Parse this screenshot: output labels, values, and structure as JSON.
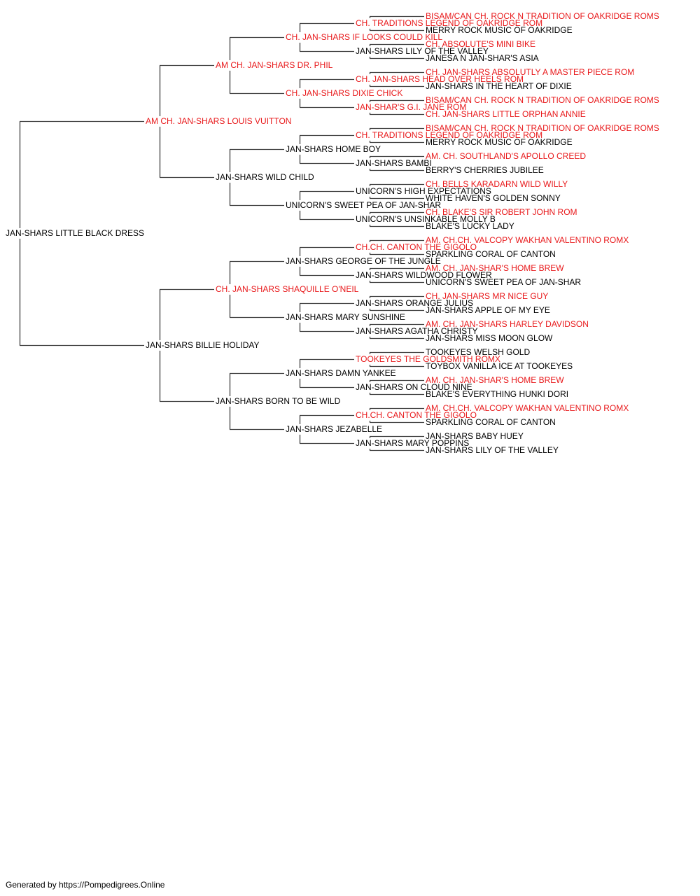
{
  "colors": {
    "champion": "#e8191b",
    "normal": "#000000",
    "line": "#3c3c3c"
  },
  "pedigree": {
    "name": "JAN-SHARS LITTLE BLACK DRESS",
    "sire": {
      "name": "AM CH. JAN-SHARS LOUIS VUITTON",
      "champion": true,
      "sire": {
        "name": "AM CH. JAN-SHARS DR. PHIL",
        "champion": true,
        "sire": {
          "name": "CH. JAN-SHARS IF LOOKS COULD KILL",
          "champion": true,
          "sire": {
            "name": "CH. TRADITIONS LEGEND OF OAKRIDGE ROM",
            "champion": true,
            "sire": {
              "name": "BISAM/CAN CH. ROCK N TRADITION OF OAKRIDGE ROMS",
              "champion": true
            },
            "dam": {
              "name": "MERRY ROCK MUSIC OF OAKRIDGE"
            }
          },
          "dam": {
            "name": "JAN-SHARS LILY OF THE VALLEY",
            "sire": {
              "name": "CH. ABSOLUTE'S MINI BIKE",
              "champion": true
            },
            "dam": {
              "name": "JANESA N JAN-SHAR'S ASIA"
            }
          }
        },
        "dam": {
          "name": "CH. JAN-SHARS DIXIE CHICK",
          "champion": true,
          "sire": {
            "name": "CH. JAN-SHARS HEAD OVER HEELS ROM",
            "champion": true,
            "sire": {
              "name": "CH. JAN-SHARS ABSOLUTLY A MASTER PIECE ROM",
              "champion": true
            },
            "dam": {
              "name": "JAN-SHARS IN THE HEART OF DIXIE"
            }
          },
          "dam": {
            "name": "JAN-SHAR'S G.I. JANE ROM",
            "champion": true,
            "sire": {
              "name": "BISAM/CAN CH. ROCK N TRADITION OF OAKRIDGE ROMS",
              "champion": true
            },
            "dam": {
              "name": "CH. JAN-SHARS LITTLE ORPHAN ANNIE",
              "champion": true
            }
          }
        }
      },
      "dam": {
        "name": "JAN-SHARS WILD CHILD",
        "sire": {
          "name": "JAN-SHARS HOME BOY",
          "sire": {
            "name": "CH. TRADITIONS LEGEND OF OAKRIDGE ROM",
            "champion": true,
            "sire": {
              "name": "BISAM/CAN CH. ROCK N TRADITION OF OAKRIDGE ROMS",
              "champion": true
            },
            "dam": {
              "name": "MERRY ROCK MUSIC OF OAKRIDGE"
            }
          },
          "dam": {
            "name": "JAN-SHARS BAMBI",
            "sire": {
              "name": "AM. CH. SOUTHLAND'S APOLLO CREED",
              "champion": true
            },
            "dam": {
              "name": "BERRY'S CHERRIES JUBILEE"
            }
          }
        },
        "dam": {
          "name": "UNICORN'S SWEET PEA OF JAN-SHAR",
          "sire": {
            "name": "UNICORN'S HIGH EXPECTATIONS",
            "sire": {
              "name": "CH. BELLS KARADARN WILD WILLY",
              "champion": true
            },
            "dam": {
              "name": "WHITE HAVEN'S GOLDEN SONNY"
            }
          },
          "dam": {
            "name": "UNICORN'S UNSINKABLE MOLLY B",
            "sire": {
              "name": "CH. BLAKE'S SIR ROBERT JOHN ROM",
              "champion": true
            },
            "dam": {
              "name": "BLAKE'S LUCKY LADY"
            }
          }
        }
      }
    },
    "dam": {
      "name": "JAN-SHARS BILLIE HOLIDAY",
      "sire": {
        "name": "CH. JAN-SHARS SHAQUILLE O'NEIL",
        "champion": true,
        "sire": {
          "name": "JAN-SHARS GEORGE OF THE JUNGLE",
          "sire": {
            "name": "CH.CH. CANTON THE GIGOLO",
            "champion": true,
            "sire": {
              "name": "AM. CH.CH. VALCOPY WAKHAN VALENTINO ROMX",
              "champion": true
            },
            "dam": {
              "name": "SPARKLING CORAL OF CANTON"
            }
          },
          "dam": {
            "name": "JAN-SHARS WILDWOOD FLOWER",
            "sire": {
              "name": "AM. CH. JAN-SHAR'S HOME BREW",
              "champion": true
            },
            "dam": {
              "name": "UNICORN'S SWEET PEA OF JAN-SHAR"
            }
          }
        },
        "dam": {
          "name": "JAN-SHARS MARY SUNSHINE",
          "sire": {
            "name": "JAN-SHARS ORANGE JULIUS",
            "sire": {
              "name": "CH. JAN-SHARS MR NICE GUY",
              "champion": true
            },
            "dam": {
              "name": "JAN-SHARS APPLE OF MY EYE"
            }
          },
          "dam": {
            "name": "JAN-SHARS AGATHA CHRISTY",
            "sire": {
              "name": "AM. CH. JAN-SHARS HARLEY DAVIDSON",
              "champion": true
            },
            "dam": {
              "name": "JAN-SHARS MISS MOON GLOW"
            }
          }
        }
      },
      "dam": {
        "name": "JAN-SHARS BORN TO BE WILD",
        "sire": {
          "name": "JAN-SHARS DAMN YANKEE",
          "sire": {
            "name": "TOOKEYES THE GOLDSMITH ROMX",
            "champion": true,
            "sire": {
              "name": "TOOKEYES WELSH GOLD"
            },
            "dam": {
              "name": "TOYBOX VANILLA ICE AT TOOKEYES"
            }
          },
          "dam": {
            "name": "JAN-SHARS ON CLOUD NINE",
            "sire": {
              "name": "AM. CH. JAN-SHAR'S HOME BREW",
              "champion": true
            },
            "dam": {
              "name": "BLAKE'S EVERYTHING HUNKI DORI"
            }
          }
        },
        "dam": {
          "name": "JAN-SHARS JEZABELLE",
          "sire": {
            "name": "CH.CH. CANTON THE GIGOLO",
            "champion": true,
            "sire": {
              "name": "AM. CH.CH. VALCOPY WAKHAN VALENTINO ROMX",
              "champion": true
            },
            "dam": {
              "name": "SPARKLING CORAL OF CANTON"
            }
          },
          "dam": {
            "name": "JAN-SHARS MARY POPPINS",
            "sire": {
              "name": "JAN-SHARS BABY HUEY"
            },
            "dam": {
              "name": "JAN-SHARS LILY OF THE VALLEY"
            }
          }
        }
      }
    }
  },
  "footer": "Generated by https://Pompedigrees.Online"
}
